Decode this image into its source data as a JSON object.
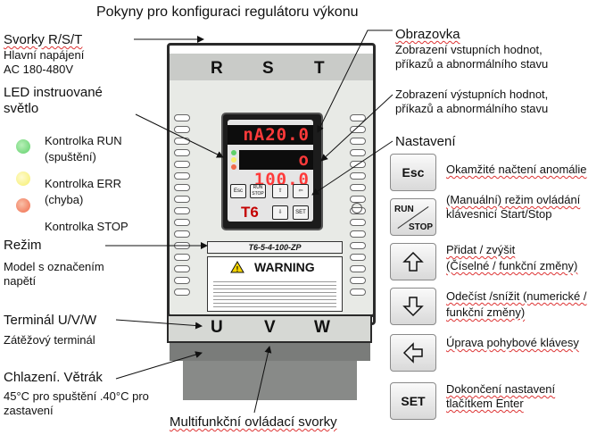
{
  "title": "Pokyny pro konfiguraci regulátoru výkonu",
  "left": {
    "terminals_rst": {
      "title": "Svorky R/S/T",
      "line1": "Hlavní napájení",
      "line2": "AC 180-480V"
    },
    "led_light": {
      "line1": "LED instruované",
      "line2": "světlo"
    },
    "lamp_run": {
      "line1": "Kontrolka RUN",
      "line2": "(spuštění)"
    },
    "lamp_err": {
      "line1": "Kontrolka ERR",
      "line2": "(chyba)"
    },
    "lamp_stop": {
      "line1": "Kontrolka STOP"
    },
    "mode": {
      "title": "Režim",
      "line1": "Model s označením",
      "line2": "napětí"
    },
    "terminal_uvw": {
      "title": "Terminál U/V/W",
      "line1": "Zátěžový terminál"
    },
    "cooling": {
      "title": "Chlazení. Větrák",
      "line1": "45°C pro spuštění .40°C pro",
      "line2": "zastavení"
    }
  },
  "bottom_label": "Multifunkční ovládací svorky",
  "right": {
    "screen": {
      "title": "Obrazovka",
      "line1": "Zobrazení vstupních hodnot,",
      "line2": "příkazů a abnormálního stavu"
    },
    "output_display": {
      "line1": "Zobrazení výstupních hodnot,",
      "line2": "příkazů a abnormálního stavu"
    },
    "settings_title": "Nastavení",
    "buttons": [
      {
        "key": "Esc",
        "line1": "Okamžité načtení anomálie",
        "line2": ""
      },
      {
        "key_top": "RUN",
        "key_bottom": "STOP",
        "line1": "(Manuální) režim ovládání",
        "line2": "klávesnicí Start/Stop"
      },
      {
        "icon": "up-arrow",
        "line1": "Přidat / zvýšit",
        "line2": "(Číselné / funkční změny)"
      },
      {
        "icon": "down-arrow",
        "line1": "Odečíst /snížit (numerické /",
        "line2": "funkční změny)"
      },
      {
        "icon": "left-arrow",
        "line1": "Úprava pohybové klávesy",
        "line2": ""
      },
      {
        "key": "SET",
        "line1": "Dokončení nastavení",
        "line2": "tlačítkem Enter"
      }
    ]
  },
  "device": {
    "terminals_top": [
      "R",
      "S",
      "T"
    ],
    "terminals_bottom": [
      "U",
      "V",
      "W"
    ],
    "display_top": "nA20.0",
    "display_bottom": "o 100.0",
    "keys": {
      "esc": "Esc",
      "run": "RUN",
      "stop": "STOP",
      "set": "SET"
    },
    "brand": "T6",
    "model": "T6-5-4-100-ZP",
    "warning": "WARNING",
    "colors": {
      "run": "#5fd06a",
      "err": "#f5ee6a",
      "stop": "#f06a4a",
      "display": "#ff3a3a"
    }
  }
}
